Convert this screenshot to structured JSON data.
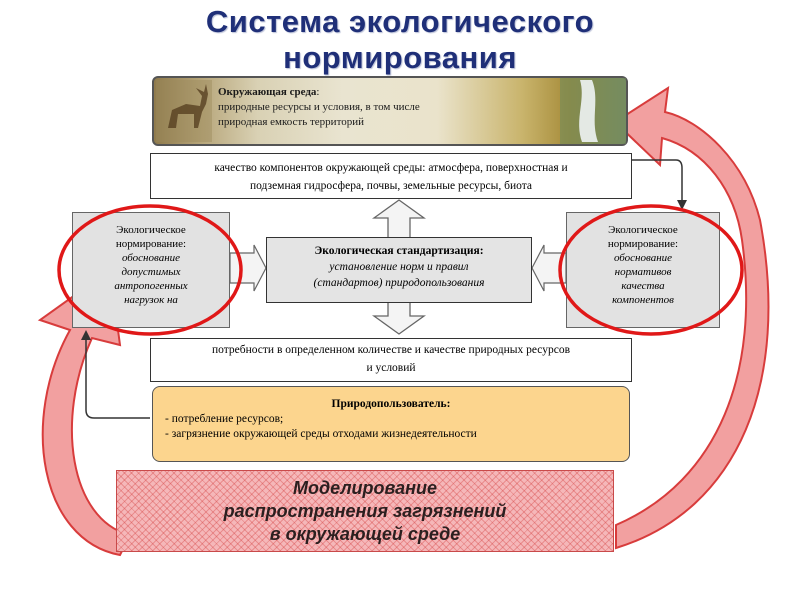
{
  "title": {
    "line1": "Система экологического",
    "line2": "нормирования"
  },
  "environment": {
    "heading": "Окружающая среда",
    "heading_suffix": ":",
    "line2": "природные ресурсы и условия, в том числе",
    "line3": "природная емкость территорий"
  },
  "quality": {
    "line1": "качество компонентов окружающей среды: атмосфера, поверхностная и",
    "line2": "подземная гидросфера, почвы, земельные ресурсы, биота"
  },
  "left_norm": {
    "line1": "Экологическое",
    "line2": "нормирование:",
    "line3": "обоснование",
    "line4": "допустимых",
    "line5": "антропогенных",
    "line6": "нагрузок на"
  },
  "center": {
    "heading": "Экологическая стандартизация:",
    "line2": "установление норм и правил",
    "line3": "(стандартов) природопользования"
  },
  "right_norm": {
    "line1": "Экологическое",
    "line2": "нормирование:",
    "line3": "обоснование",
    "line4": "нормативов",
    "line5": "качества",
    "line6": "компонентов"
  },
  "needs": {
    "line1": "потребности в определенном количестве и качестве природных ресурсов",
    "line2": "и условий"
  },
  "user": {
    "heading": "Природопользователь:",
    "item1": "- потребление ресурсов;",
    "item2": "- загрязнение окружающей среды отходами жизнедеятельности"
  },
  "modeling": {
    "line1": "Моделирование",
    "line2": "распространения загрязнений",
    "line3": "в окружающей среде"
  },
  "colors": {
    "title": "#1f2f78",
    "red_arrow": "#e53b3b",
    "red_ellipse": "#e01818",
    "user_box": "#fcd58e",
    "model_box": "#f5b7b9"
  }
}
